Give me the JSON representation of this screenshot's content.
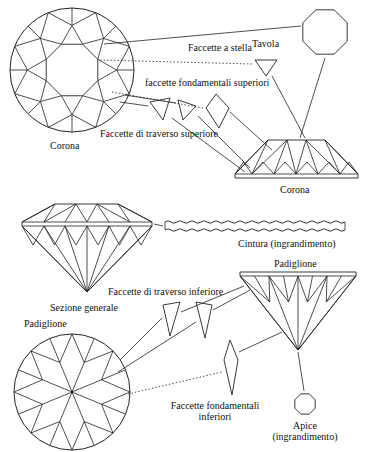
{
  "diagram": {
    "labels": [
      "Tavola",
      "Faccette a stella",
      "faccette fondamentali superiori",
      "Corona",
      "Faccette di traverso superiore",
      "Corona",
      "Cintura (ingrandimento)",
      "Sezione generale",
      "Padiglione",
      "Faccette di traverso inferiore",
      "Padiglione",
      "Faccette fondamentali inferiori",
      "Apice (ingrandimento)"
    ]
  }
}
